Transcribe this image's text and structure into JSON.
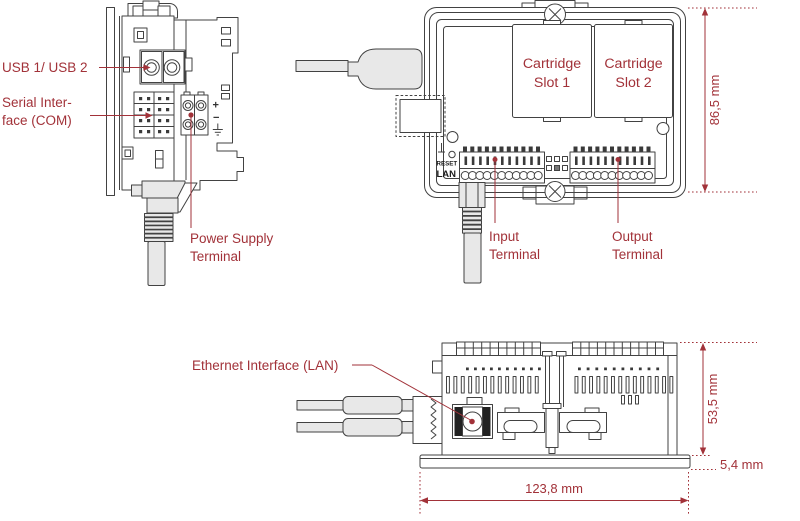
{
  "colors": {
    "accent": "#a23239",
    "line": "#424242",
    "cable_fill": "#e8e8e8",
    "label_dark": "#1c1c1c",
    "background": "#ffffff"
  },
  "side_view": {
    "usb_label": "USB 1/ USB 2",
    "serial_label_line1": "Serial Inter-",
    "serial_label_line2": "face (COM)",
    "power_label_line1": "Power Supply",
    "power_label_line2": "Terminal",
    "plus_symbol": "+",
    "minus_symbol": "−"
  },
  "rear_view": {
    "cartridge_slot1_line1": "Cartridge",
    "cartridge_slot1_line2": "Slot 1",
    "cartridge_slot2_line1": "Cartridge",
    "cartridge_slot2_line2": "Slot 2",
    "reset_label": "RESET",
    "lan_label": "LAN",
    "input_label_line1": "Input",
    "input_label_line2": "Terminal",
    "output_label_line1": "Output",
    "output_label_line2": "Terminal",
    "height_dimension": "86,5 mm"
  },
  "bottom_view": {
    "ethernet_label": "Ethernet Interface (LAN)",
    "height_dimension": "53,5 mm",
    "bezel_dimension": "5,4 mm",
    "width_dimension": "123,8 mm"
  }
}
